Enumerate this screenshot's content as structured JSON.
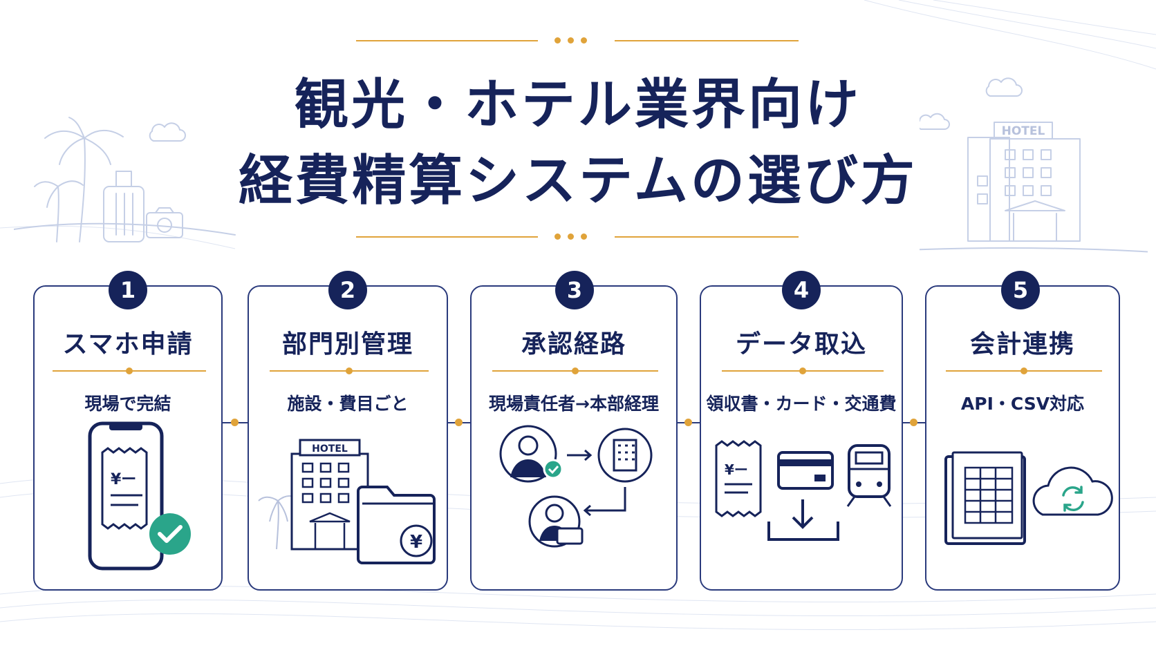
{
  "title": {
    "line1": "観光・ホテル業界向け",
    "line2": "経費精算システムの選び方"
  },
  "colors": {
    "navy": "#16235a",
    "gold": "#e0a33a",
    "green": "#2aa58a",
    "lightblue": "#c5cfe6"
  },
  "left_scene": {
    "icons": [
      "palm-tree-icon",
      "suitcase-icon",
      "camera-icon",
      "cloud-icon"
    ]
  },
  "right_scene": {
    "hotel_sign": "HOTEL",
    "icons": [
      "hotel-building-icon",
      "luggage-cart-icon",
      "cloud-icon"
    ]
  },
  "steps": [
    {
      "number": "1",
      "title": "スマホ申請",
      "subtitle": "現場で完結",
      "icon": "smartphone-receipt-icon",
      "receipt_text": "¥ー"
    },
    {
      "number": "2",
      "title": "部門別管理",
      "subtitle": "施設・費目ごと",
      "icon": "hotel-folder-icon",
      "hotel_sign": "HOTEL",
      "folder_text": "¥"
    },
    {
      "number": "3",
      "title": "承認経路",
      "subtitle": "現場責任者→本部経理",
      "icon": "approval-flow-icon"
    },
    {
      "number": "4",
      "title": "データ取込",
      "subtitle": "領収書・カード・交通費",
      "icon": "data-import-icon",
      "receipt_text": "¥ー"
    },
    {
      "number": "5",
      "title": "会計連携",
      "subtitle": "API・CSV対応",
      "icon": "accounting-sync-icon"
    }
  ]
}
